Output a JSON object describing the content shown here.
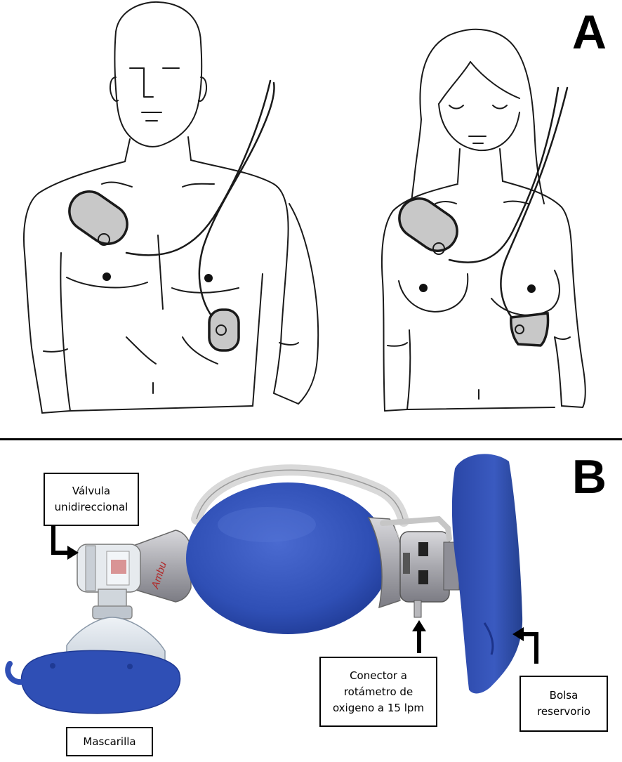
{
  "panel_a": {
    "letter": "A"
  },
  "panel_b": {
    "letter": "B",
    "brand_mark": "Ambu",
    "labels": {
      "valve": [
        "Válvula",
        "unidireccional"
      ],
      "connector": [
        "Conector a",
        "rotámetro de",
        "oxigeno a 15 lpm"
      ],
      "reservoir": [
        "Bolsa",
        "reservorio"
      ],
      "mask": [
        "Mascarilla"
      ]
    }
  },
  "colors": {
    "outline": "#1a1a1a",
    "pad_fill": "#c8c8c8",
    "bag_blue": "#2f4fb5",
    "bag_blue_dark": "#1f3a94",
    "plastic_grey": "#b4b4b8",
    "brand_red": "#b02a2a"
  }
}
